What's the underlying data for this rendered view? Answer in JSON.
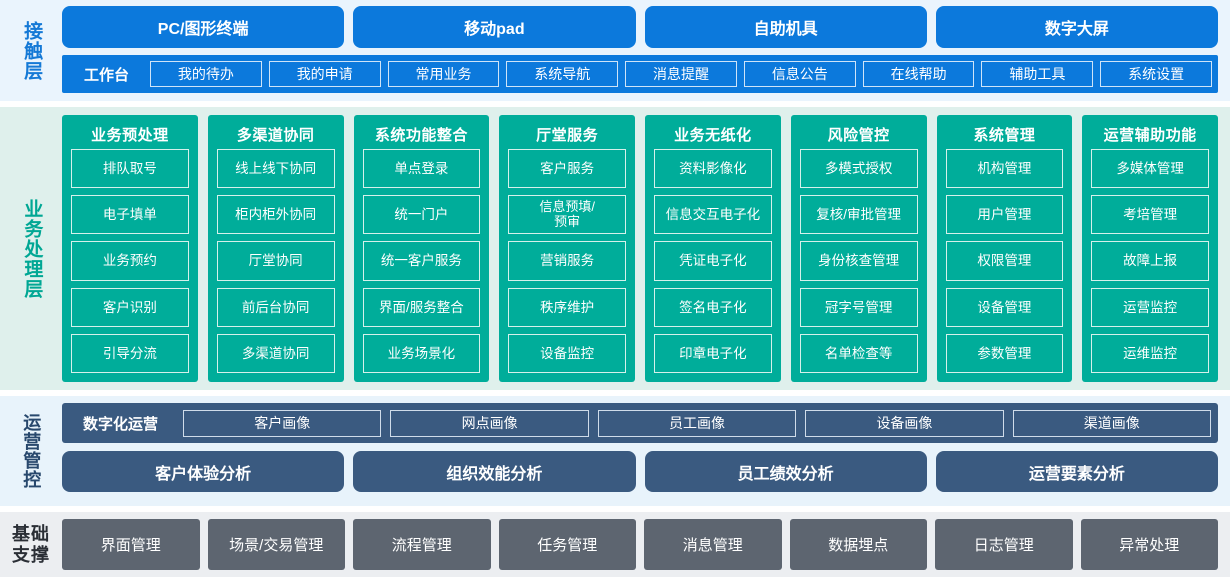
{
  "layers": {
    "contact": {
      "label": "接触层",
      "channels": [
        "PC/图形终端",
        "移动pad",
        "自助机具",
        "数字大屏"
      ],
      "workbench_title": "工作台",
      "workbench_items": [
        "我的待办",
        "我的申请",
        "常用业务",
        "系统导航",
        "消息提醒",
        "信息公告",
        "在线帮助",
        "辅助工具",
        "系统设置"
      ]
    },
    "business": {
      "label": "业务处理层",
      "groups": [
        {
          "title": "业务预处理",
          "items": [
            "排队取号",
            "电子填单",
            "业务预约",
            "客户识别",
            "引导分流"
          ]
        },
        {
          "title": "多渠道协同",
          "items": [
            "线上线下协同",
            "柜内柜外协同",
            "厅堂协同",
            "前后台协同",
            "多渠道协同"
          ]
        },
        {
          "title": "系统功能整合",
          "items": [
            "单点登录",
            "统一门户",
            "统一客户服务",
            "界面/服务整合",
            "业务场景化"
          ]
        },
        {
          "title": "厅堂服务",
          "items": [
            "客户服务",
            "信息预填/\n预审",
            "营销服务",
            "秩序维护",
            "设备监控"
          ]
        },
        {
          "title": "业务无纸化",
          "items": [
            "资料影像化",
            "信息交互电子化",
            "凭证电子化",
            "签名电子化",
            "印章电子化"
          ]
        },
        {
          "title": "风险管控",
          "items": [
            "多模式授权",
            "复核/审批管理",
            "身份核查管理",
            "冠字号管理",
            "名单检查等"
          ]
        },
        {
          "title": "系统管理",
          "items": [
            "机构管理",
            "用户管理",
            "权限管理",
            "设备管理",
            "参数管理"
          ]
        },
        {
          "title": "运营辅助功能",
          "items": [
            "多媒体管理",
            "考培管理",
            "故障上报",
            "运营监控",
            "运维监控"
          ]
        }
      ]
    },
    "operations": {
      "label": "运营管控",
      "portrait_title": "数字化运营",
      "portrait_items": [
        "客户画像",
        "网点画像",
        "员工画像",
        "设备画像",
        "渠道画像"
      ],
      "analysis_items": [
        "客户体验分析",
        "组织效能分析",
        "员工绩效分析",
        "运营要素分析"
      ]
    },
    "foundation": {
      "label_line1": "基础",
      "label_line2": "支撑",
      "items": [
        "界面管理",
        "场景/交易管理",
        "流程管理",
        "任务管理",
        "消息管理",
        "数据埋点",
        "日志管理",
        "异常处理"
      ]
    }
  },
  "colors": {
    "contact_accent": "#0c79dc",
    "contact_bg": "#eaf4fd",
    "business_accent": "#00ad9a",
    "business_bg": "#dff0ec",
    "operations_accent": "#3a5a80",
    "operations_bg": "#e8f3fb",
    "foundation_accent": "#5d6570",
    "foundation_bg": "#eceef1"
  }
}
